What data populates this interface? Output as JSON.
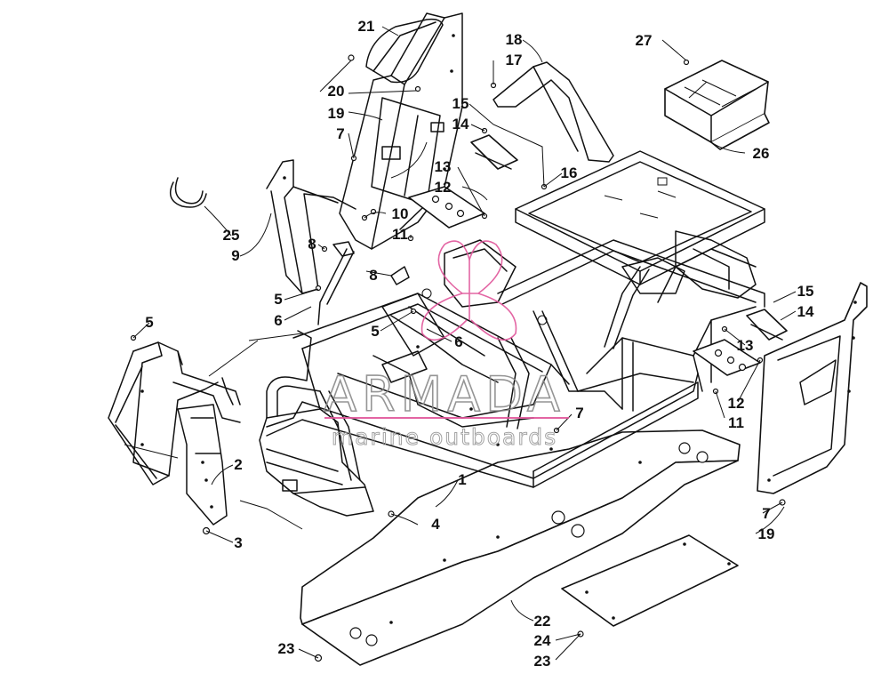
{
  "watermark": {
    "brand": "ARMADA",
    "tagline": "marine outboards",
    "logo_color": "#e0559a"
  },
  "callouts": [
    {
      "id": "c1",
      "text": "1"
    },
    {
      "id": "c2",
      "text": "2"
    },
    {
      "id": "c3",
      "text": "3"
    },
    {
      "id": "c4",
      "text": "4"
    },
    {
      "id": "c5a",
      "text": "5"
    },
    {
      "id": "c5b",
      "text": "5"
    },
    {
      "id": "c5c",
      "text": "5"
    },
    {
      "id": "c6a",
      "text": "6"
    },
    {
      "id": "c6b",
      "text": "6"
    },
    {
      "id": "c7a",
      "text": "7"
    },
    {
      "id": "c7b",
      "text": "7"
    },
    {
      "id": "c7c",
      "text": "7"
    },
    {
      "id": "c8a",
      "text": "8"
    },
    {
      "id": "c8b",
      "text": "8"
    },
    {
      "id": "c9",
      "text": "9"
    },
    {
      "id": "c10",
      "text": "10"
    },
    {
      "id": "c11a",
      "text": "11"
    },
    {
      "id": "c11b",
      "text": "11"
    },
    {
      "id": "c12a",
      "text": "12"
    },
    {
      "id": "c12b",
      "text": "12"
    },
    {
      "id": "c13a",
      "text": "13"
    },
    {
      "id": "c13b",
      "text": "13"
    },
    {
      "id": "c14a",
      "text": "14"
    },
    {
      "id": "c14b",
      "text": "14"
    },
    {
      "id": "c15a",
      "text": "15"
    },
    {
      "id": "c15b",
      "text": "15"
    },
    {
      "id": "c16",
      "text": "16"
    },
    {
      "id": "c17",
      "text": "17"
    },
    {
      "id": "c18",
      "text": "18"
    },
    {
      "id": "c19a",
      "text": "19"
    },
    {
      "id": "c19b",
      "text": "19"
    },
    {
      "id": "c20",
      "text": "20"
    },
    {
      "id": "c21",
      "text": "21"
    },
    {
      "id": "c22",
      "text": "22"
    },
    {
      "id": "c23a",
      "text": "23"
    },
    {
      "id": "c23b",
      "text": "23"
    },
    {
      "id": "c24",
      "text": "24"
    },
    {
      "id": "c25",
      "text": "25"
    },
    {
      "id": "c26",
      "text": "26"
    },
    {
      "id": "c27",
      "text": "27"
    }
  ]
}
